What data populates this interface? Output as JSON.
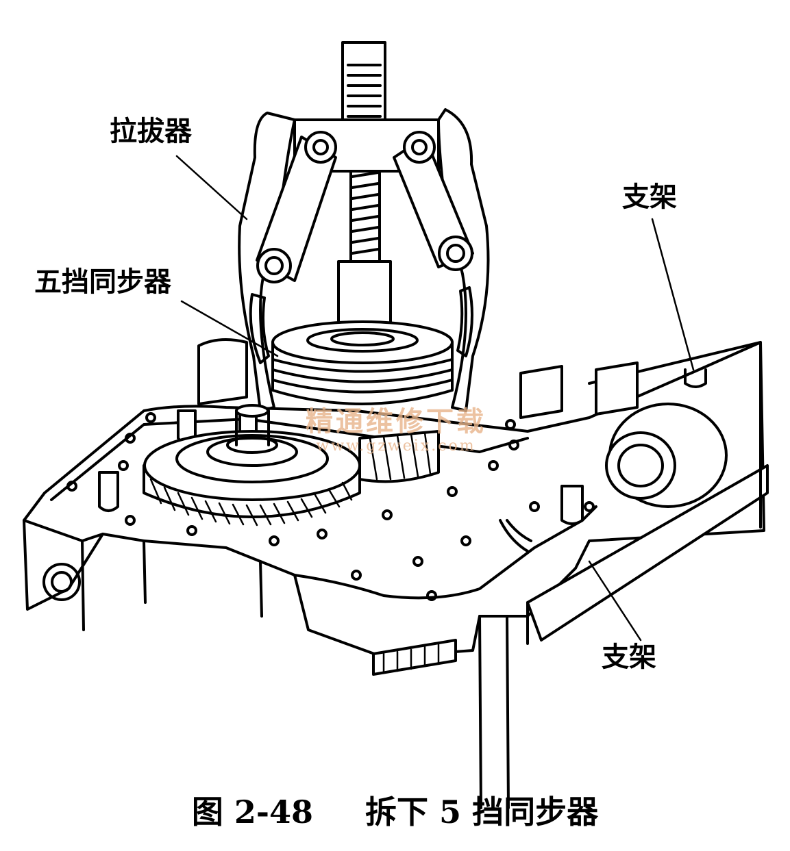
{
  "labels": {
    "puller": "拉拔器",
    "fifth_gear_synchronizer": "五挡同步器",
    "bracket_top": "支架",
    "bracket_bottom": "支架"
  },
  "caption": {
    "number": "图 2-48",
    "text": "拆下 5 挡同步器"
  },
  "watermark": {
    "main": "精通维修下载",
    "url": "www.gzweix.com"
  },
  "colors": {
    "line": "#000000",
    "background": "#ffffff",
    "watermark": "#e8b48a"
  }
}
